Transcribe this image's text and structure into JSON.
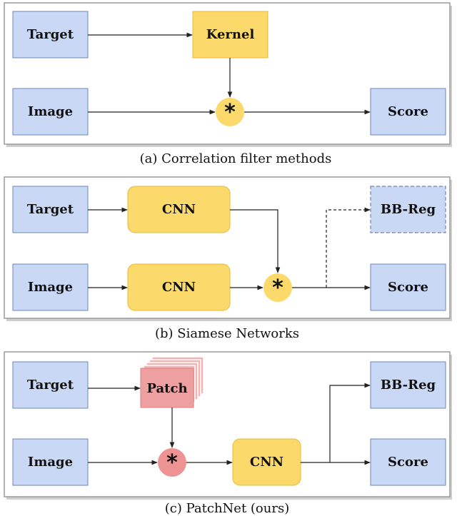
{
  "panel_a": {
    "target": "Target",
    "kernel": "Kernel",
    "image": "Image",
    "op": "*",
    "score": "Score",
    "caption": "(a) Correlation filter methods"
  },
  "panel_b": {
    "target": "Target",
    "cnn_top": "CNN",
    "image": "Image",
    "cnn_bottom": "CNN",
    "op": "*",
    "bbreg": "BB-Reg",
    "score": "Score",
    "caption": "(b) Siamese Networks"
  },
  "panel_c": {
    "target": "Target",
    "patch": "Patch",
    "image": "Image",
    "op": "*",
    "cnn": "CNN",
    "bbreg": "BB-Reg",
    "score": "Score",
    "caption": "(c) PatchNet (ours)"
  },
  "colors": {
    "blue_box": "#c9d8f5",
    "yellow_box": "#fbd96a",
    "pink_box": "#ee9f9f"
  }
}
